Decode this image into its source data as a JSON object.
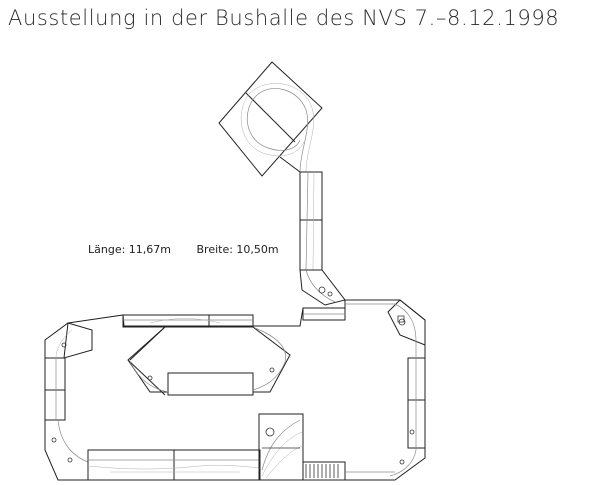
{
  "title": "Ausstellung in der Bushalle des NVS 7.–8.12.1998",
  "dimensions": {
    "length_text": "Länge: 11,67m",
    "width_text": "Breite: 10,50m"
  },
  "colors": {
    "outline": "#222222",
    "track": "#8a8a8a",
    "background": "#ffffff"
  }
}
